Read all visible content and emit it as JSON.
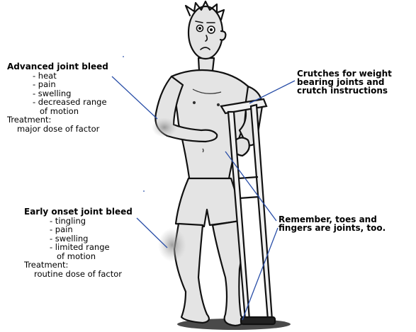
{
  "advanced": {
    "title": "Advanced joint bleed",
    "items": [
      "- heat",
      "- pain",
      "- swelling",
      "- decreased range",
      "of motion"
    ],
    "treatment_label": "Treatment:",
    "treatment": "major dose of factor"
  },
  "early": {
    "title": "Early onset joint bleed",
    "items": [
      "- tingling",
      "- pain",
      "- swelling",
      "- limited range",
      "of motion"
    ],
    "treatment_label": "Treatment:",
    "treatment": "routine dose of factor"
  },
  "crutches": {
    "lines": [
      "Crutches for weight",
      "bearing joints and",
      "crutch instructions"
    ]
  },
  "remember": {
    "lines": [
      "Remember, toes and",
      "fingers are joints, too."
    ]
  },
  "colors": {
    "leader_line": "#2a4fa8",
    "bleed_spot": "#9a9a9a",
    "figure_fill": "#e4e4e4"
  }
}
